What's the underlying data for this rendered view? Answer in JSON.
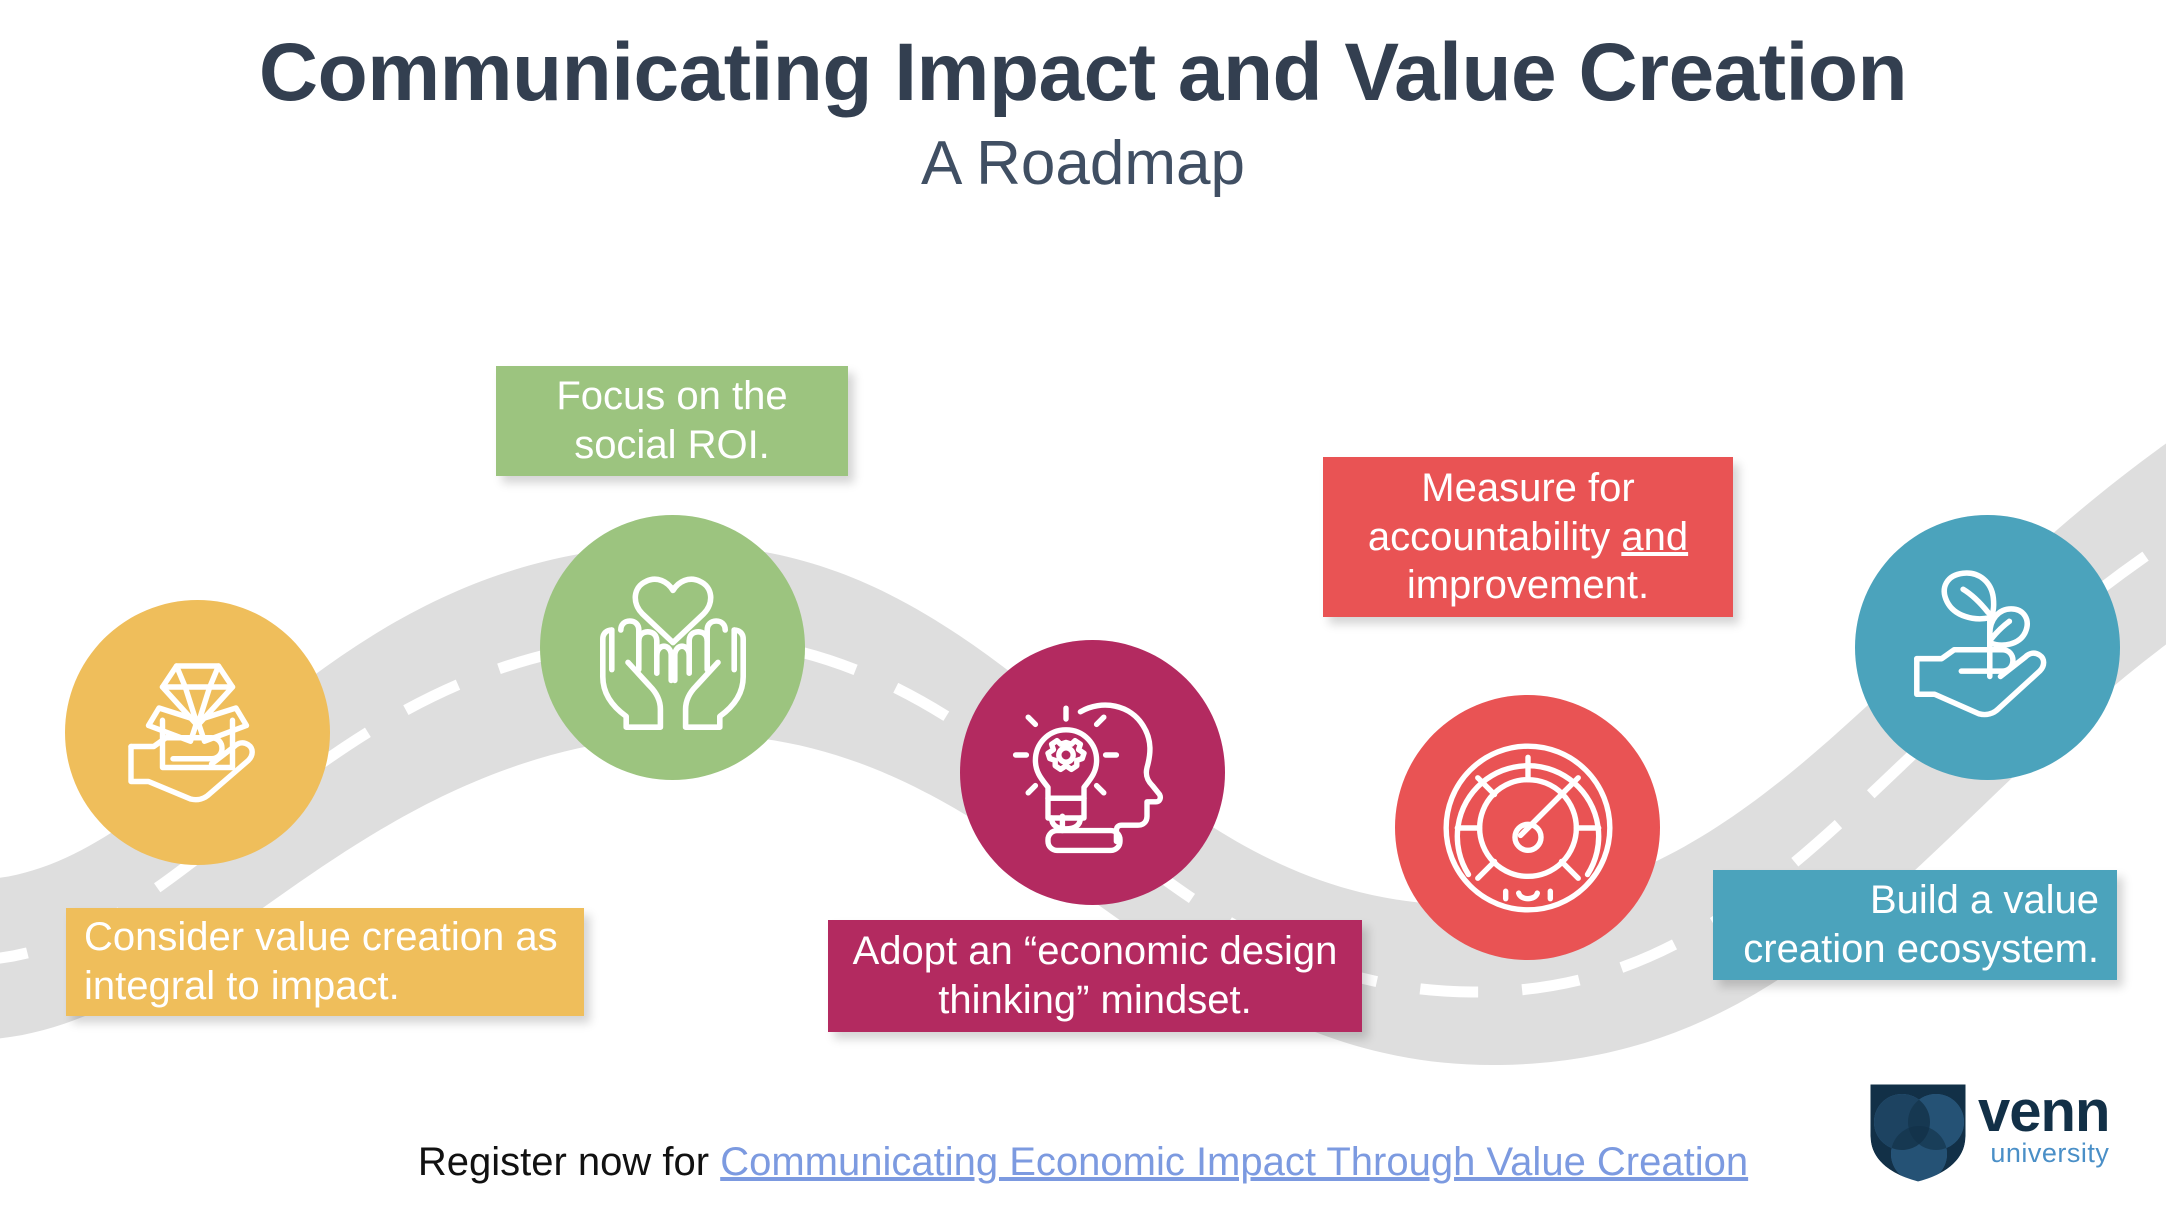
{
  "slide": {
    "title": "Communicating Impact and Value Creation",
    "subtitle": "A Roadmap",
    "background_color": "#ffffff",
    "title_color": "#333F50"
  },
  "roadmap": {
    "road_color": "#DEDEDE",
    "lane_dash_color": "#FFFFFF",
    "steps": [
      {
        "order": 1,
        "icon": "hand-holding-box-with-diamond-icon",
        "circle_color": "#EFBE5B",
        "caption": "Consider value creation as integral to impact.",
        "caption_color": "#EFBE5B",
        "caption_align": "left",
        "caption_position": "below"
      },
      {
        "order": 2,
        "icon": "hands-holding-heart-icon",
        "circle_color": "#9CC47F",
        "caption": "Focus on the social ROI.",
        "caption_color": "#9CC47F",
        "caption_align": "center",
        "caption_position": "above"
      },
      {
        "order": 3,
        "icon": "head-with-lightbulb-gear-icon",
        "circle_color": "#B32A60",
        "caption_prefix": "Adopt an “economic design thinking” mindset.",
        "caption": "Adopt an “economic design thinking” mindset.",
        "caption_color": "#B32A60",
        "caption_align": "center",
        "caption_position": "below"
      },
      {
        "order": 4,
        "icon": "speedometer-gauge-icon",
        "circle_color": "#E95354",
        "caption_part1": "Measure for accountability ",
        "caption_emphasis": "and",
        "caption_part2": " improvement.",
        "caption": "Measure for accountability and improvement.",
        "caption_color": "#E95354",
        "caption_align": "center",
        "caption_position": "above"
      },
      {
        "order": 5,
        "icon": "hand-holding-sprout-icon",
        "circle_color": "#4BA3BC",
        "caption": "Build a value creation ecosystem.",
        "caption_color": "#4BA3BC",
        "caption_align": "right",
        "caption_position": "below"
      }
    ]
  },
  "footer": {
    "prefix": "Register now for ",
    "link_text": "Communicating Economic Impact Through Value Creation",
    "link_color": "#7C9AE0"
  },
  "logo": {
    "name": "venn",
    "tagline": "university",
    "shield_color": "#123047",
    "accent_color": "#4A8FC7"
  }
}
